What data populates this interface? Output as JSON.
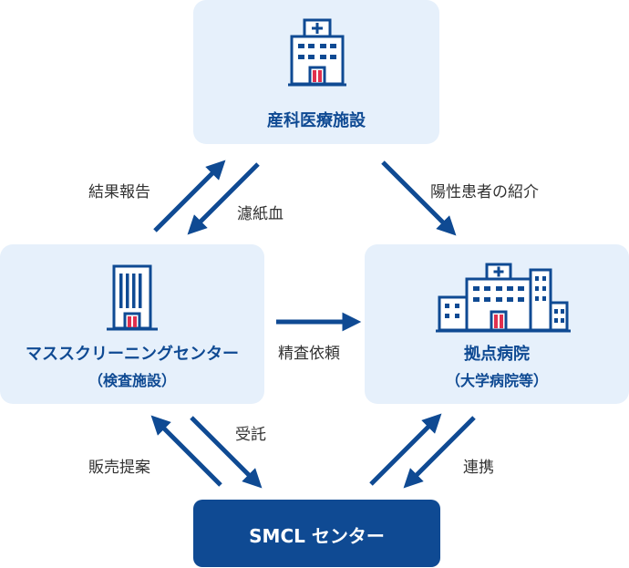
{
  "nodes": {
    "top": {
      "title": "産科医療施設"
    },
    "left": {
      "title": "マススクリーニングセンター",
      "subtitle": "（検査施設）"
    },
    "right": {
      "title": "拠点病院",
      "subtitle": "（大学病院等）"
    },
    "bottom": {
      "title": "SMCL センター"
    }
  },
  "edges": {
    "left_to_top": "結果報告",
    "top_to_left": "濾紙血",
    "top_to_right": "陽性患者の紹介",
    "left_to_right": "精査依頼",
    "bottom_to_left": "販売提案",
    "left_to_bottom": "受託",
    "right_bottom": "連携"
  },
  "colors": {
    "box_fill": "#e6f0fb",
    "accent": "#0f4a93",
    "door": "#e0304e",
    "text": "#333333"
  },
  "icons": {
    "top": "hospital-building-icon",
    "left": "office-tower-icon",
    "right": "hospital-complex-icon"
  }
}
